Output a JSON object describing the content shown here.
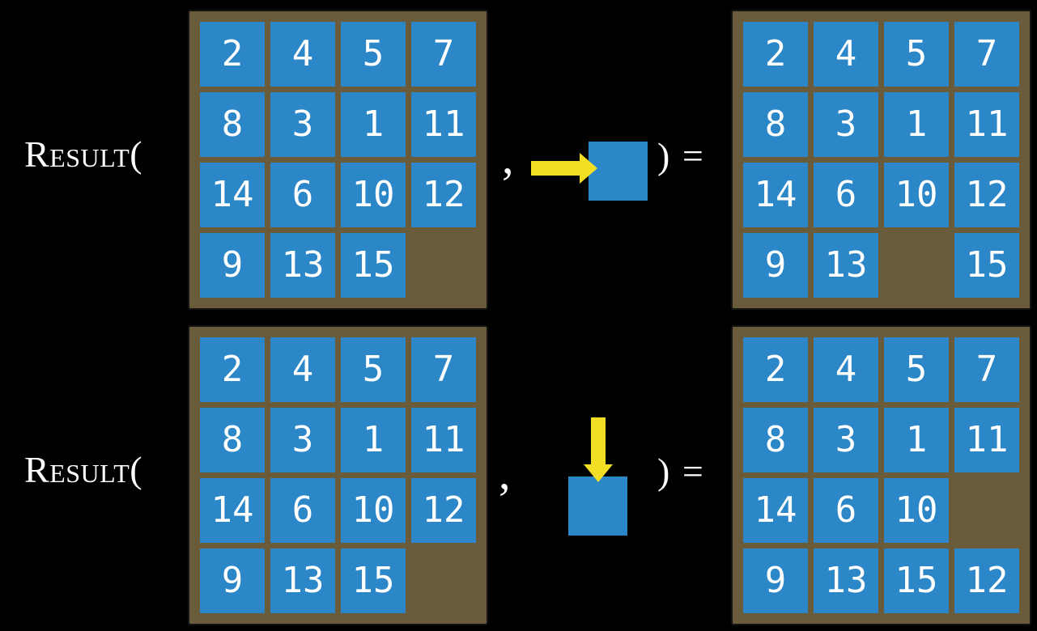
{
  "colors": {
    "bg": "#000000",
    "tile_blue": "#2b87c7",
    "board_brown": "#6a5c3a",
    "board_border": "#141414",
    "arrow_yellow": "#f2de25",
    "text_white": "#ffffff"
  },
  "examples": [
    {
      "label": "Result(",
      "comma": ",",
      "action_direction": "right",
      "close_paren_equals": ") =",
      "input_board": {
        "rows": [
          [
            "2",
            "4",
            "5",
            "7"
          ],
          [
            "8",
            "3",
            "1",
            "11"
          ],
          [
            "14",
            "6",
            "10",
            "12"
          ],
          [
            "9",
            "13",
            "15",
            ""
          ]
        ]
      },
      "output_board": {
        "rows": [
          [
            "2",
            "4",
            "5",
            "7"
          ],
          [
            "8",
            "3",
            "1",
            "11"
          ],
          [
            "14",
            "6",
            "10",
            "12"
          ],
          [
            "9",
            "13",
            "",
            "15"
          ]
        ]
      }
    },
    {
      "label": "Result(",
      "comma": ",",
      "action_direction": "down",
      "close_paren_equals": ") =",
      "input_board": {
        "rows": [
          [
            "2",
            "4",
            "5",
            "7"
          ],
          [
            "8",
            "3",
            "1",
            "11"
          ],
          [
            "14",
            "6",
            "10",
            "12"
          ],
          [
            "9",
            "13",
            "15",
            ""
          ]
        ]
      },
      "output_board": {
        "rows": [
          [
            "2",
            "4",
            "5",
            "7"
          ],
          [
            "8",
            "3",
            "1",
            "11"
          ],
          [
            "14",
            "6",
            "10",
            ""
          ],
          [
            "9",
            "13",
            "15",
            "12"
          ]
        ]
      }
    }
  ]
}
